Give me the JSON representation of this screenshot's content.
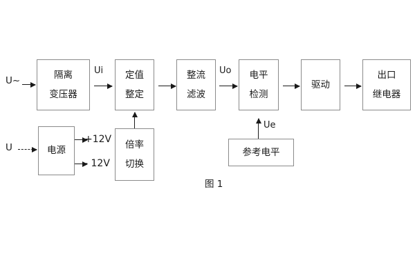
{
  "figure": {
    "caption": "图 1",
    "background_color": "#ffffff",
    "box_border_color": "#8a8a8a",
    "line_color": "#1a1a1a"
  },
  "inputs": {
    "ac_input_label": "U~",
    "dc_input_label": "U"
  },
  "blocks": {
    "isolation_transformer": {
      "line1": "隔离",
      "line2": "变压器"
    },
    "setting_value": {
      "line1": "定值",
      "line2": "整定"
    },
    "rectify_filter": {
      "line1": "整流",
      "line2": "滤波"
    },
    "level_detect": {
      "line1": "电平",
      "line2": "检测"
    },
    "drive": {
      "line1": "驱动",
      "line2": ""
    },
    "output_relay": {
      "line1": "出口",
      "line2": "继电器"
    },
    "power_supply": {
      "line1": "电源",
      "line2": ""
    },
    "multiplier_switch": {
      "line1": "倍率",
      "line2": "切换"
    },
    "reference_level": {
      "line1": "参考电平",
      "line2": ""
    }
  },
  "signals": {
    "ui": "Ui",
    "uo": "Uo",
    "ue": "Ue",
    "pos12v": "+12V",
    "neg12v": "- 12V"
  }
}
